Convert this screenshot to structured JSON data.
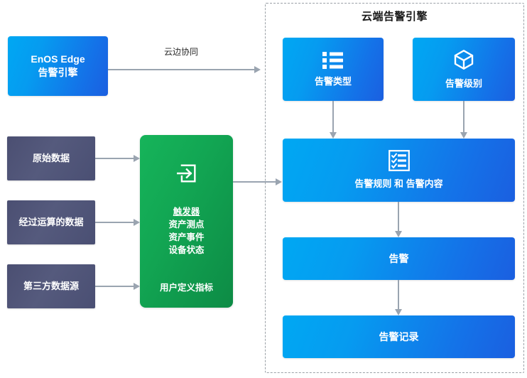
{
  "diagram": {
    "title_left": "",
    "cloud_panel": {
      "title": "云端告警引擎",
      "border_style": "dashed",
      "border_color": "#9aa0a6"
    },
    "edge_labels": [
      {
        "id": "cloud-edge-sync",
        "text": "云边协同"
      }
    ],
    "nodes": {
      "enos_edge": {
        "line1": "EnOS Edge",
        "line2": "告警引擎",
        "color": "#0a8ef0",
        "kind": "blue-gradient"
      },
      "raw_data": {
        "label": "原始数据",
        "color": "#4f5478",
        "kind": "dark"
      },
      "computed_data": {
        "label": "经过运算的数据",
        "color": "#4f5478",
        "kind": "dark"
      },
      "third_party": {
        "label": "第三方数据源",
        "color": "#4f5478",
        "kind": "dark"
      },
      "trigger": {
        "icon": "enter-arrow-icon",
        "heading": "触发器",
        "items": [
          "资产测点",
          "资产事件",
          "设备状态"
        ],
        "metric": "用户定义指标",
        "color": "#12a653",
        "kind": "green-gradient"
      },
      "alarm_type": {
        "label": "告警类型",
        "icon": "bullet-list-icon",
        "kind": "blue-gradient"
      },
      "alarm_level": {
        "label": "告警级别",
        "icon": "cube-icon",
        "kind": "blue-gradient"
      },
      "alarm_rule": {
        "label": "告警规则 和 告警内容",
        "icon": "checklist-icon",
        "kind": "blue-gradient"
      },
      "alarm": {
        "label": "告警",
        "kind": "blue-gradient"
      },
      "alarm_record": {
        "label": "告警记录",
        "kind": "blue-gradient"
      }
    },
    "connector_color": "#9aa4b0"
  }
}
